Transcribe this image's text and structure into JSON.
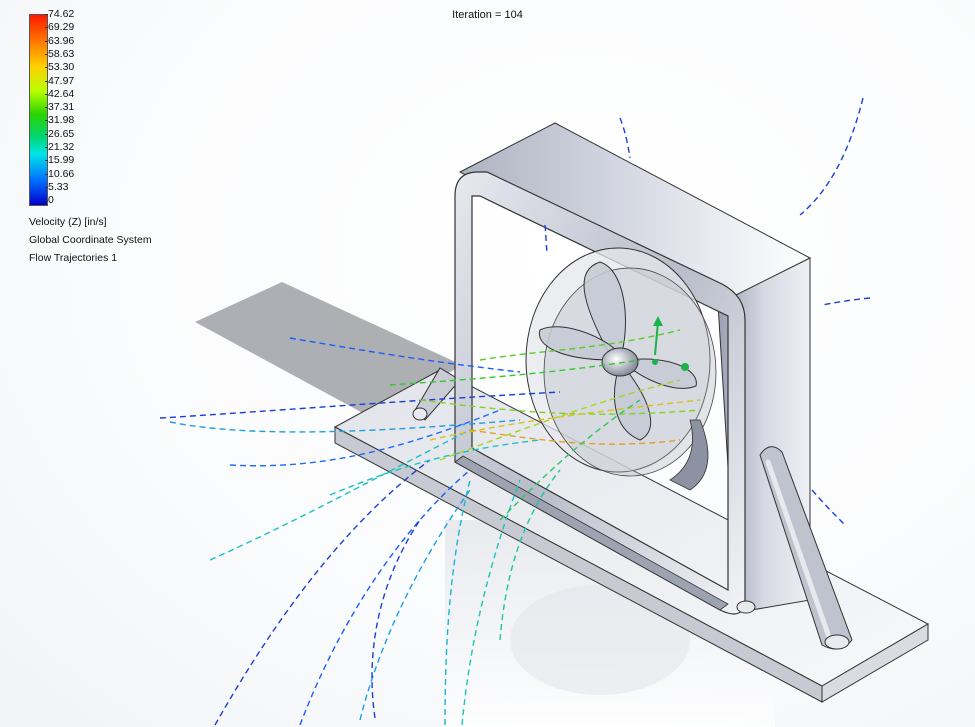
{
  "header": {
    "iteration_label": "Iteration = 104"
  },
  "legend": {
    "values": [
      "74.62",
      "69.29",
      "63.96",
      "58.63",
      "53.30",
      "47.97",
      "42.64",
      "37.31",
      "31.98",
      "26.65",
      "21.32",
      "15.99",
      "10.66",
      "5.33",
      "0"
    ],
    "parameter": "Velocity (Z) [in/s]",
    "coordinate_system": "Global Coordinate System",
    "plot_name": "Flow Trajectories 1"
  }
}
